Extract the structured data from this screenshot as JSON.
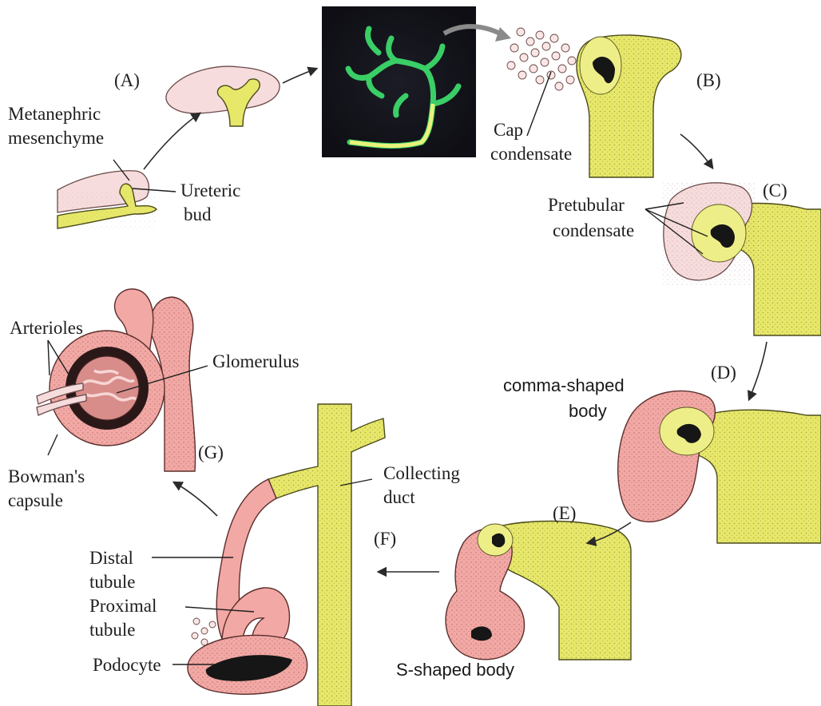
{
  "labels": {
    "A": "(A)",
    "B": "(B)",
    "C": "(C)",
    "D": "(D)",
    "E": "(E)",
    "F": "(F)",
    "G": "(G)",
    "metanephric_1": "Metanephric",
    "metanephric_2": "mesenchyme",
    "ureteric_1": "Ureteric",
    "ureteric_2": "bud",
    "cap_1": "Cap",
    "cap_2": "condensate",
    "pretubular_1": "Pretubular",
    "pretubular_2": "condensate",
    "comma_1": "comma-shaped",
    "comma_2": "body",
    "s_shaped": "S-shaped body",
    "collecting_1": "Collecting",
    "collecting_2": "duct",
    "distal_1": "Distal",
    "distal_2": "tubule",
    "proximal_1": "Proximal",
    "proximal_2": "tubule",
    "podocyte": "Podocyte",
    "arterioles": "Arterioles",
    "glomerulus": "Glomerulus",
    "bowmans_1": "Bowman's",
    "bowmans_2": "capsule"
  },
  "colors": {
    "ureteric_bud": "#e7e76a",
    "nephron_tissue": "#f2a8a4",
    "mesenchyme": "#f6dcdc",
    "micrograph_background": "#14131d",
    "micrograph_signal": "#3cd86a"
  }
}
